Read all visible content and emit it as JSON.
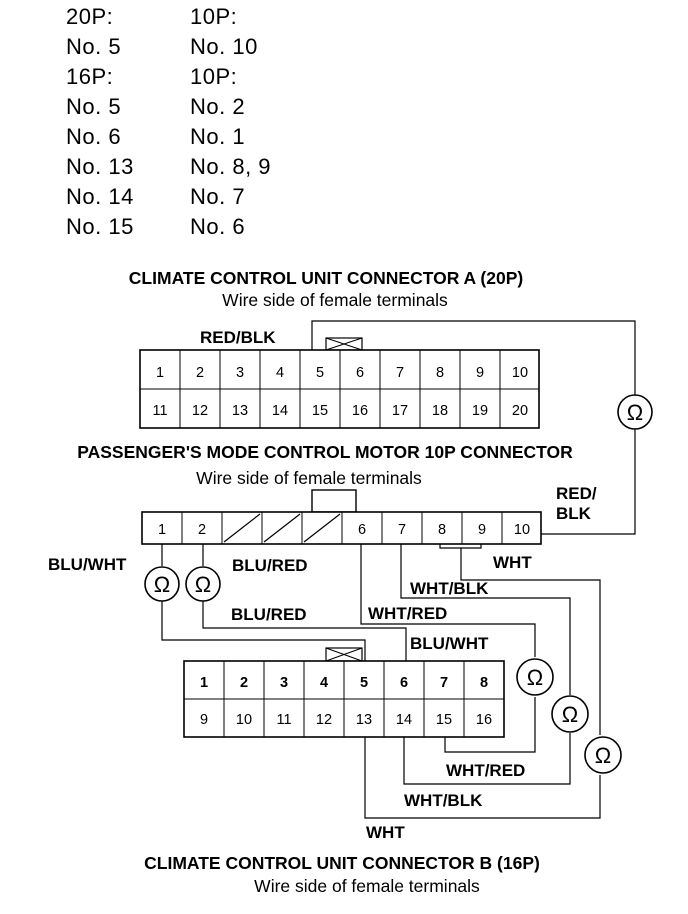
{
  "table": {
    "rows": [
      {
        "left": "20P:",
        "right": "10P:"
      },
      {
        "left": "No. 5",
        "right": "No. 10"
      },
      {
        "left": "16P:",
        "right": "10P:"
      },
      {
        "left": "No. 5",
        "right": "No. 2"
      },
      {
        "left": "No. 6",
        "right": "No. 1"
      },
      {
        "left": "No. 13",
        "right": "No. 8, 9"
      },
      {
        "left": "No. 14",
        "right": "No. 7"
      },
      {
        "left": "No. 15",
        "right": "No. 6"
      }
    ]
  },
  "connector_a": {
    "title": "CLIMATE CONTROL UNIT CONNECTOR A (20P)",
    "subtitle": "Wire side of female terminals",
    "top_pins": [
      "1",
      "2",
      "3",
      "4",
      "5",
      "6",
      "7",
      "8",
      "9",
      "10"
    ],
    "bottom_pins": [
      "11",
      "12",
      "13",
      "14",
      "15",
      "16",
      "17",
      "18",
      "19",
      "20"
    ]
  },
  "motor": {
    "title": "PASSENGER'S MODE CONTROL MOTOR 10P CONNECTOR",
    "subtitle": "Wire side of female terminals",
    "pins": [
      "1",
      "2",
      "",
      "",
      "",
      "6",
      "7",
      "8",
      "9",
      "10"
    ]
  },
  "connector_b": {
    "title": "CLIMATE CONTROL UNIT CONNECTOR B (16P)",
    "subtitle": "Wire side of female terminals",
    "top_pins": [
      "1",
      "2",
      "3",
      "4",
      "5",
      "6",
      "7",
      "8"
    ],
    "bottom_pins": [
      "9",
      "10",
      "11",
      "12",
      "13",
      "14",
      "15",
      "16"
    ]
  },
  "wires": {
    "red_blk_a": "RED/BLK",
    "red_slash": "RED/",
    "blk": "BLK",
    "blu_wht_left": "BLU/WHT",
    "blu_red_upper": "BLU/RED",
    "blu_red_lower": "BLU/RED",
    "wht_motor": "WHT",
    "wht_blk_motor": "WHT/BLK",
    "wht_red_motor": "WHT/RED",
    "blu_wht_b": "BLU/WHT",
    "wht_red_b": "WHT/RED",
    "wht_blk_b": "WHT/BLK",
    "wht_b": "WHT"
  },
  "ohm_symbol": "Ω"
}
